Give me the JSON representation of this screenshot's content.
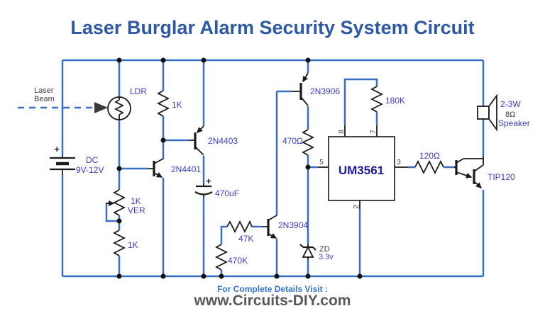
{
  "title": "Laser Burglar Alarm Security System Circuit",
  "footer": {
    "visit": "For Complete Details Visit :",
    "site": "www.Circuits-DIY.com"
  },
  "colors": {
    "wire_blue": "#3a6ec5",
    "component_black": "#1a1a1a",
    "label_blue": "#3c3ccc",
    "title_blue": "#2e59a7",
    "footer_link_blue": "#3474d4",
    "footer_site_gray": "#595959",
    "ic_text_navy": "#1b1b9e"
  },
  "components": {
    "laser": {
      "line1": "Laser",
      "line2": "Beam"
    },
    "ldr": {
      "label": "LDR"
    },
    "battery": {
      "plus": "+",
      "line1": "DC",
      "line2": "9V-12V"
    },
    "r_1k_top": {
      "label": "1K"
    },
    "q_2n4401": {
      "label": "2N4401"
    },
    "q_2n4403": {
      "label": "2N4403"
    },
    "pot_1k": {
      "line1": "1K",
      "line2": "VER"
    },
    "r_1k_bottom": {
      "label": "1K"
    },
    "cap_470uf": {
      "plus": "+",
      "label": "470uF"
    },
    "r_47k": {
      "label": "47K"
    },
    "r_470k": {
      "label": "470K"
    },
    "q_2n3904": {
      "label": "2N3904"
    },
    "q_2n3906": {
      "label": "2N3906"
    },
    "r_470ohm": {
      "label": "470Ω"
    },
    "r_180k": {
      "label": "180K"
    },
    "ic_um3561": {
      "label": "UM3561",
      "pin8": "8",
      "pin7": "7",
      "pin5": "5",
      "pin3": "3",
      "pin2": "2"
    },
    "zener": {
      "line1": "ZD",
      "line2": "3.3v"
    },
    "r_120ohm": {
      "label": "120Ω"
    },
    "q_tip120": {
      "label": "TIP120"
    },
    "speaker": {
      "line1": "2-3W",
      "line2": "8Ω",
      "line3": "Speaker"
    }
  }
}
